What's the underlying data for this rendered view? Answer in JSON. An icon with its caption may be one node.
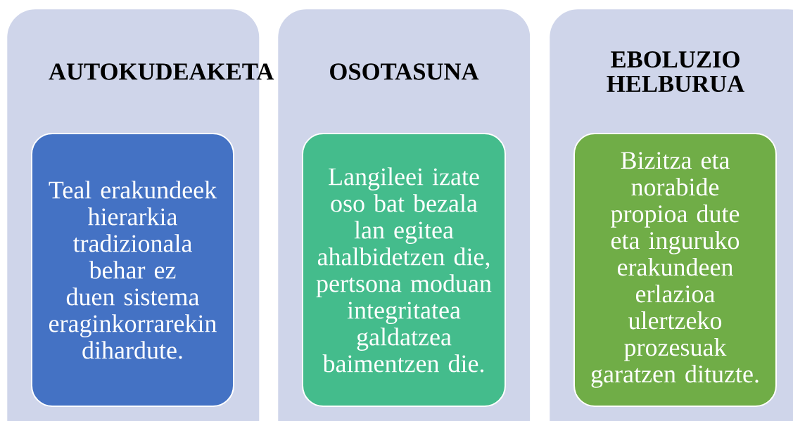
{
  "diagram": {
    "nodes": [
      {
        "text": [
          "AUTOKUDEAKETA"
        ]
      },
      {
        "text": [
          "Teal erakundeek hierarkia tradizionala behar ez duen sistema eraginkorrarekin dihardute."
        ],
        "in": 0
      },
      {
        "text": [
          "OSOTASUNA"
        ]
      },
      {
        "text": [
          "Langileei izate oso bat bezala lan egitea ahalbidetzen die, pertsona moduan integritatea galdatzea baimentzen die."
        ],
        "in": 2
      },
      {
        "text": [
          "EBOLUZIO HELBURUA"
        ]
      },
      {
        "text": [
          "Bizitza eta norabide propioa dute eta inguruko erakundeen erlazioa ulertzeko prozesuak garatzen dituzte."
        ],
        "in": 4
      }
    ],
    "edges": []
  }
}
